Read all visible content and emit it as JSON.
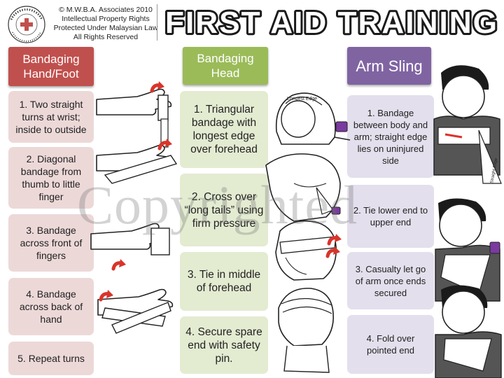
{
  "header": {
    "logo_text": "BASIC LIFE SUPPORT TRAINING SCHOOL",
    "copyright_lines": [
      "© M.W.B.A. Associates 2010",
      "Intellectual Property Rights",
      "Protected Under Malaysian Law",
      "All Rights Reserved"
    ],
    "title": "FIRST AID TRAINING"
  },
  "columns": [
    {
      "heading_lines": [
        "Bandaging",
        "Hand/Foot"
      ],
      "steps": [
        "1. Two straight turns at wrist; inside to outside",
        "2. Diagonal bandage from thumb to little finger",
        "3. Bandage across front of fingers",
        "4. Bandage across back of hand",
        "5. Repeat turns"
      ]
    },
    {
      "heading_lines": [
        "Bandaging",
        "Head"
      ],
      "steps": [
        "1. Triangular bandage with longest edge over forehead",
        "2. Cross over “long tails” using firm pressure",
        "3. Tie in middle of forehead",
        "4. Secure spare end with safety pin."
      ]
    },
    {
      "heading_lines": [
        "Arm Sling"
      ],
      "steps": [
        "1. Bandage between body and arm; straight edge lies on uninjured side",
        "2. Tie lower end to upper end",
        "3. Casualty let go of arm once ends secured",
        "4. Fold over pointed end"
      ]
    }
  ],
  "illustration_labels": {
    "longest_edge": "Longest Edge",
    "straight_edge": "Straight Edge"
  },
  "watermark": "Copyrighted",
  "colors": {
    "hand_foot": "#c0504d",
    "head": "#9bbb59",
    "arm_sling": "#8064a2",
    "arrow_red": "#d9342b",
    "pin_purple": "#7a3aa0"
  },
  "icons": [
    "logo-seal-icon",
    "hand-bandage-icon",
    "head-bandage-icon",
    "arm-sling-icon",
    "red-arrow-icon",
    "safety-pin-icon"
  ]
}
